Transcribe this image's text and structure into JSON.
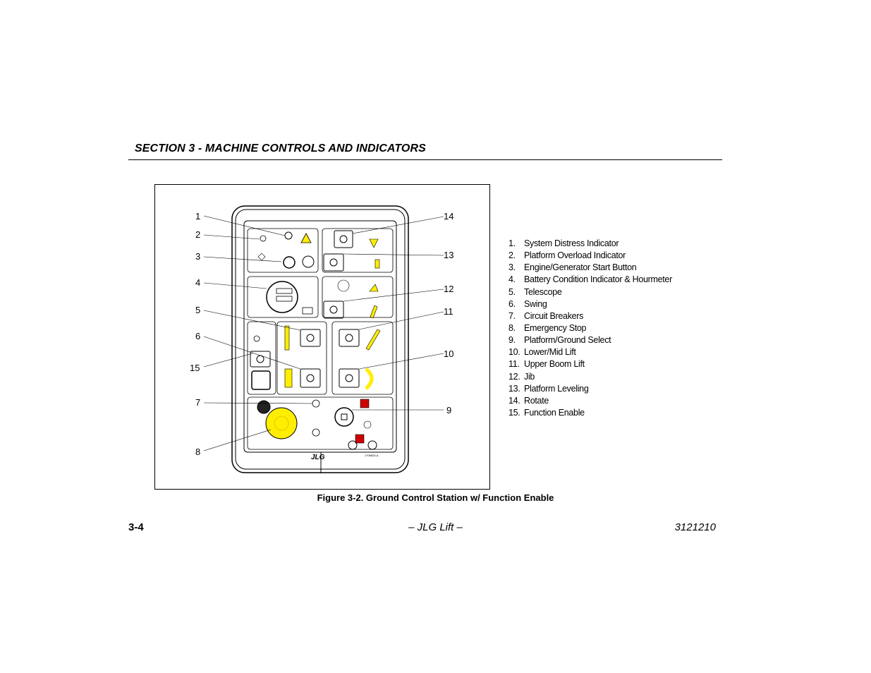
{
  "header": {
    "section_title": "SECTION 3 - MACHINE CONTROLS AND INDICATORS"
  },
  "figure": {
    "callouts": [
      "1",
      "2",
      "3",
      "4",
      "5",
      "6",
      "15",
      "7",
      "8",
      "14",
      "13",
      "12",
      "11",
      "10",
      "9"
    ],
    "brand_logo": "JLG",
    "panel_part_number": "1706833-A",
    "caption": "Figure 3-2. Ground Control Station w/ Function Enable",
    "colors": {
      "highlight": "#ffee00",
      "emergency_stop": "#ffee00",
      "line": "#000000"
    }
  },
  "legend": [
    {
      "num": "1.",
      "label": "System Distress Indicator"
    },
    {
      "num": "2.",
      "label": "Platform Overload Indicator"
    },
    {
      "num": "3.",
      "label": "Engine/Generator Start Button"
    },
    {
      "num": "4.",
      "label": "Battery Condition Indicator & Hourmeter"
    },
    {
      "num": "5.",
      "label": "Telescope"
    },
    {
      "num": "6.",
      "label": "Swing"
    },
    {
      "num": "7.",
      "label": "Circuit Breakers"
    },
    {
      "num": "8.",
      "label": "Emergency Stop"
    },
    {
      "num": "9.",
      "label": "Platform/Ground Select"
    },
    {
      "num": "10.",
      "label": "Lower/Mid Lift"
    },
    {
      "num": "11.",
      "label": "Upper Boom Lift"
    },
    {
      "num": "12.",
      "label": "Jib"
    },
    {
      "num": "13.",
      "label": "Platform Leveling"
    },
    {
      "num": "14.",
      "label": "Rotate"
    },
    {
      "num": "15.",
      "label": "Function Enable"
    }
  ],
  "footer": {
    "page": "3-4",
    "center": "– JLG Lift –",
    "doc_number": "3121210"
  }
}
